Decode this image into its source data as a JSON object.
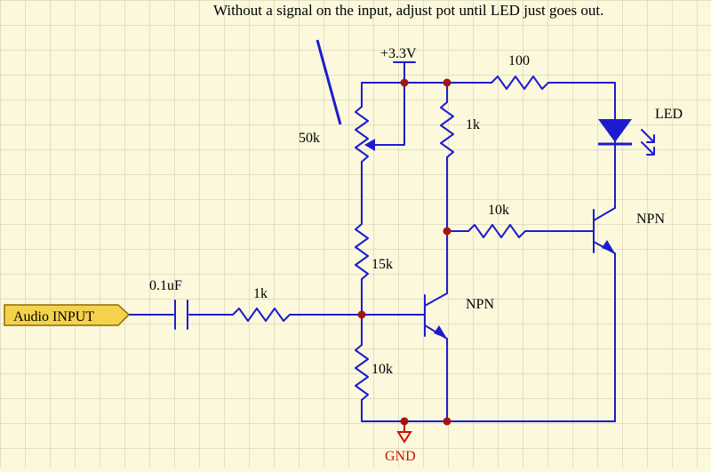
{
  "annotation": "Without a signal on the input, adjust pot until LED just goes out.",
  "input_label": "Audio INPUT",
  "supply_label": "+3.3V",
  "ground_label": "GND",
  "components": {
    "capacitor": "0.1uF",
    "input_resistor": "1k",
    "potentiometer": "50k",
    "bias_upper": "15k",
    "bias_lower": "10k",
    "collector_resistor": "1k",
    "base_resistor": "10k",
    "led_resistor": "100",
    "led": "LED",
    "transistor_1": "NPN",
    "transistor_2": "NPN"
  },
  "colors": {
    "background": "#fbf8dc",
    "grid": "#c9c3a6",
    "wire": "#1c1ccf",
    "junction": "#a31515",
    "label_text": "#000000",
    "ground_text": "#cc1100",
    "port_fill": "#f4d24c",
    "port_stroke": "#8a6d00"
  }
}
